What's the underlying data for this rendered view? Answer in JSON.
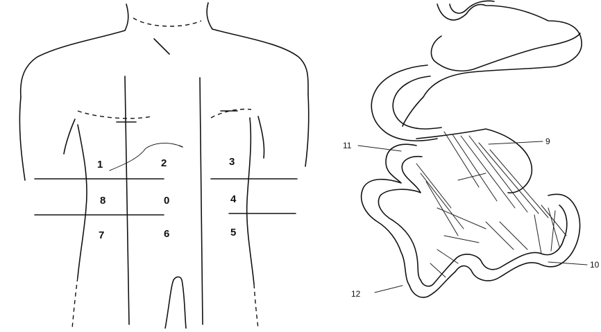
{
  "left_panel": {
    "regions": [
      {
        "id": "region-1",
        "label": "1"
      },
      {
        "id": "region-2",
        "label": "2"
      },
      {
        "id": "region-3",
        "label": "3"
      },
      {
        "id": "region-8",
        "label": "8"
      },
      {
        "id": "region-0",
        "label": "0"
      },
      {
        "id": "region-4",
        "label": "4"
      },
      {
        "id": "region-7",
        "label": "7"
      },
      {
        "id": "region-6",
        "label": "6"
      },
      {
        "id": "region-5",
        "label": "5"
      }
    ]
  },
  "right_panel": {
    "callouts": [
      {
        "id": "callout-9",
        "label": "9"
      },
      {
        "id": "callout-11",
        "label": "11"
      },
      {
        "id": "callout-10",
        "label": "10"
      },
      {
        "id": "callout-12",
        "label": "12"
      }
    ]
  }
}
